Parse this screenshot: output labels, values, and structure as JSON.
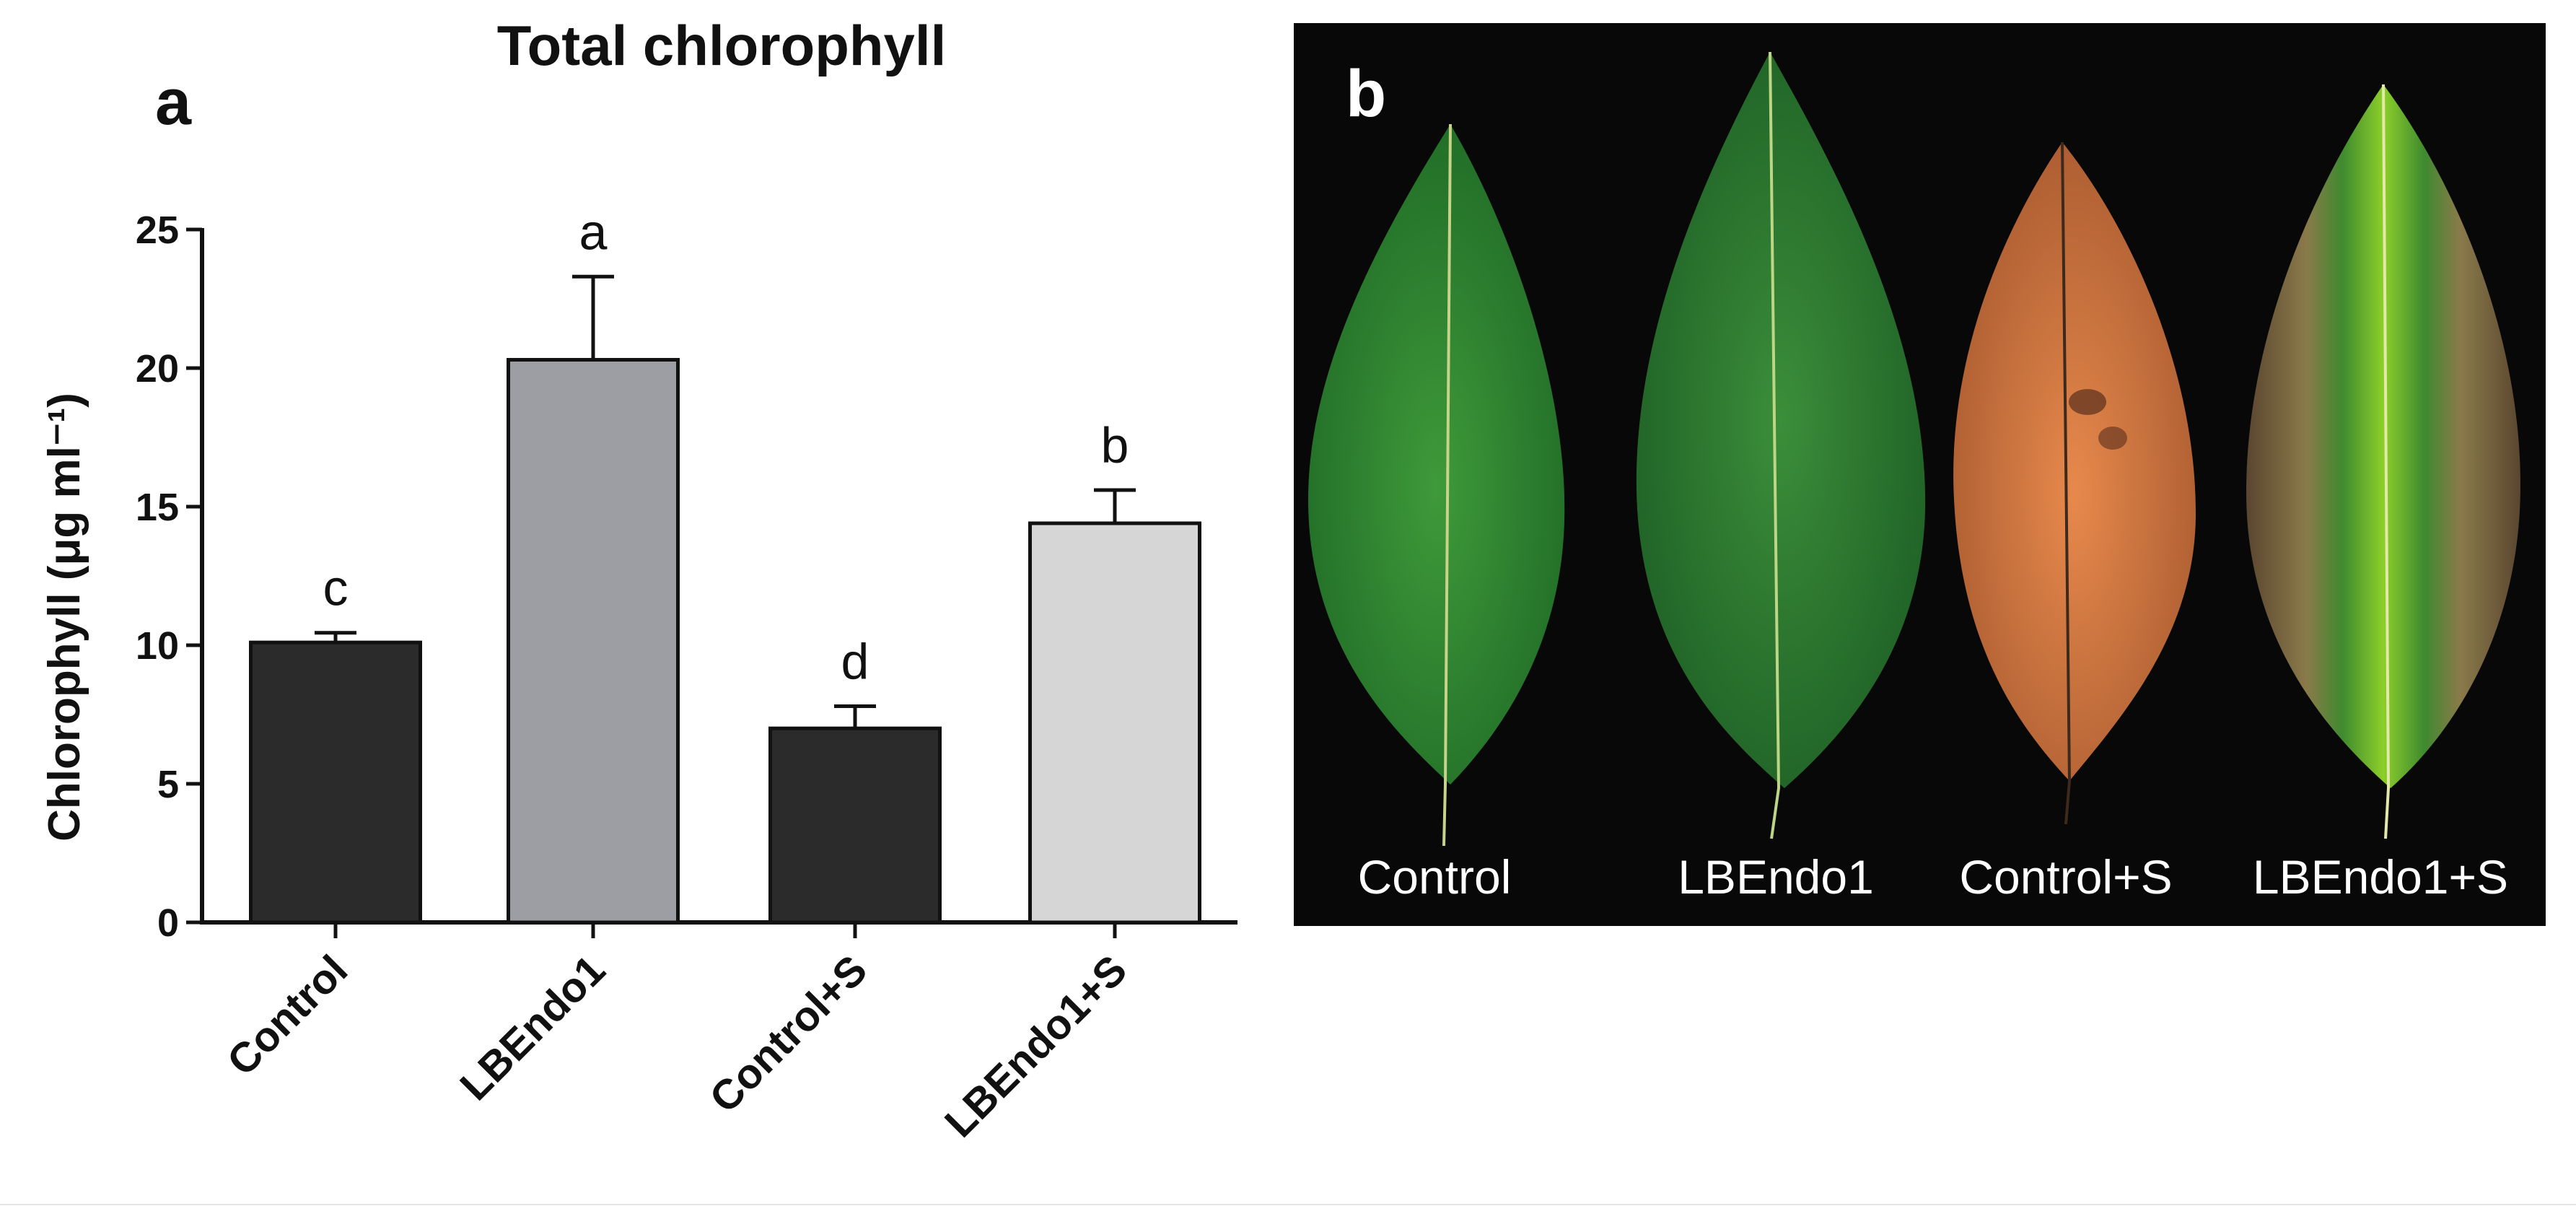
{
  "chart_data": {
    "type": "bar",
    "panel_label": "a",
    "title": "Total chlorophyll",
    "ylabel": "Chlorophyll (μg ml⁻¹)",
    "ylim": [
      0,
      25
    ],
    "yticks": [
      0,
      5,
      10,
      15,
      20,
      25
    ],
    "categories": [
      "Control",
      "LBEndo1",
      "Control+S",
      "LBEndo1+S"
    ],
    "values": [
      10.1,
      20.3,
      7.0,
      14.4
    ],
    "errors": [
      0.35,
      3.0,
      0.8,
      1.2
    ],
    "significance_letters": [
      "c",
      "a",
      "d",
      "b"
    ],
    "bar_colors": [
      "#2b2b2b",
      "#9c9ea3",
      "#2b2b2b",
      "#d6d6d6"
    ]
  },
  "photo_panel": {
    "panel_label": "b",
    "leaf_labels": [
      "Control",
      "LBEndo1",
      "Control+S",
      "LBEndo1+S"
    ]
  }
}
